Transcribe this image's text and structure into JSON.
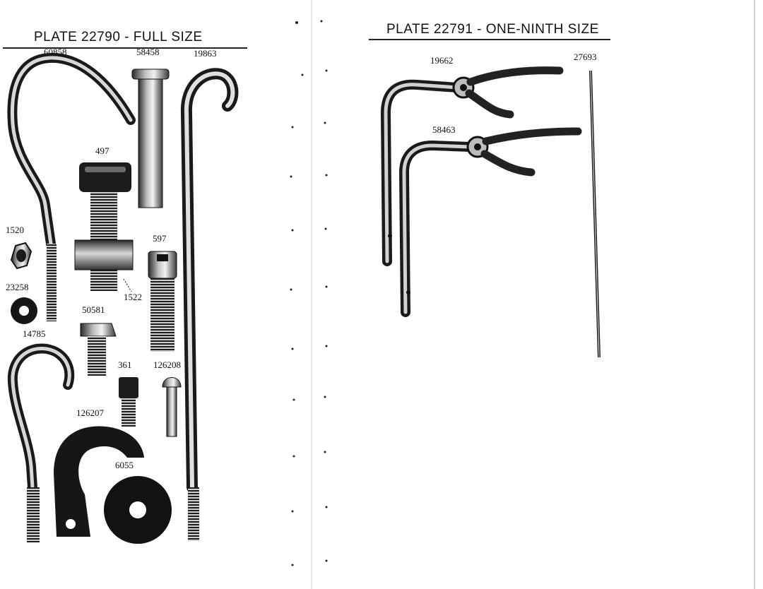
{
  "left_plate": {
    "title": "PLATE 22790 - FULL SIZE",
    "parts": [
      "60858",
      "58458",
      "19863",
      "497",
      "1520",
      "597",
      "23258",
      "1522",
      "50581",
      "14785",
      "361",
      "126208",
      "126207",
      "6055"
    ]
  },
  "right_plate": {
    "title": "PLATE 22791 - ONE-NINTH SIZE",
    "parts": [
      "19662",
      "27693",
      "58463"
    ]
  }
}
